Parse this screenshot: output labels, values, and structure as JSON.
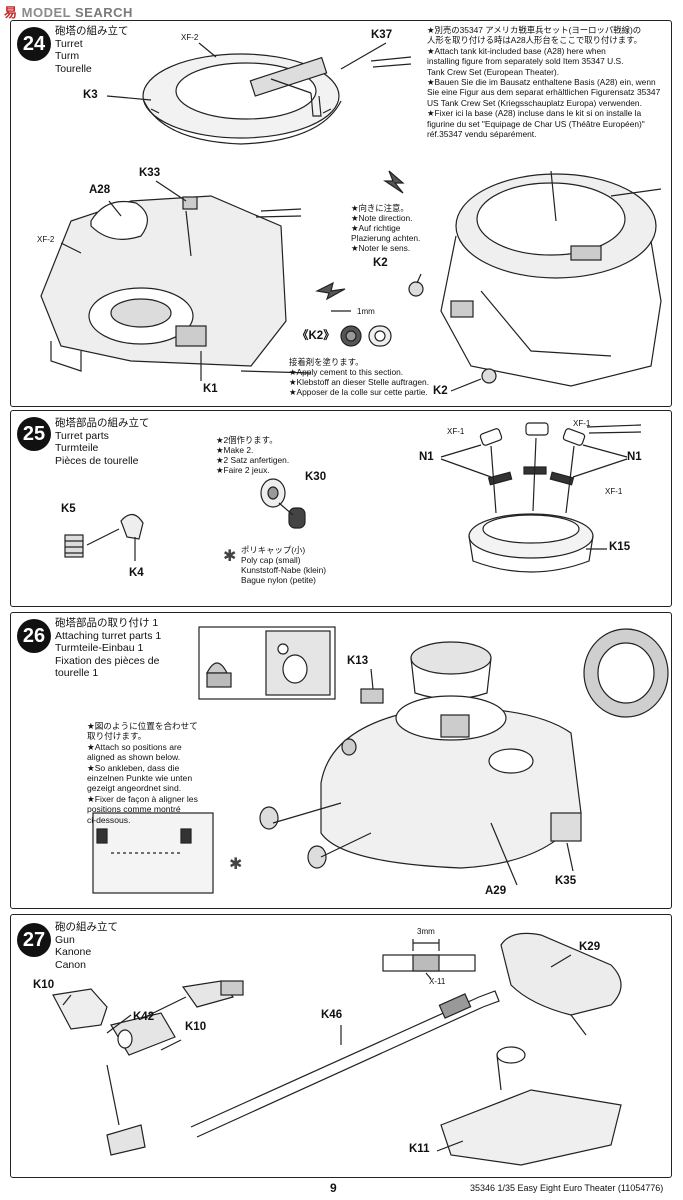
{
  "watermark": {
    "han": "易",
    "mid": "MODEL",
    "search": "SEARCH"
  },
  "step24": {
    "number": "24",
    "title_lines": [
      "砲塔の組み立て",
      "Turret",
      "Turm",
      "Tourelle"
    ],
    "note_lines": [
      "★別売の35347 アメリカ戦車兵セット(ヨーロッパ戦線)の",
      "人形を取り付ける時はA28人形台をここで取り付けます。",
      "★Attach tank kit-included base (A28) here when",
      "installing figure from separately sold Item 35347 U.S.",
      "Tank Crew Set (European Theater).",
      "★Bauen Sie die im Bausatz enthaltene Basis (A28) ein, wenn",
      "Sie eine Figur aus dem separat erhältlichen Figurensatz 35347",
      "US Tank Crew Set (Kriegsschauplatz Europa) verwenden.",
      "★Fixer ici la base (A28) incluse dans le kit si on installe la",
      "figurine du set \"Equipage de Char US (Théâtre Européen)\"",
      "réf.35347 vendu séparément."
    ],
    "direction_lines": [
      "★向きに注意。",
      "★Note direction.",
      "★Auf richtige",
      "Plazierung achten.",
      "★Noter le sens."
    ],
    "cement_lines": [
      "接着剤を塗ります。",
      "★Apply cement to this section.",
      "★Klebstoff an dieser Stelle auftragen.",
      "★Apposer de la colle sur cette partie."
    ],
    "labels": {
      "xf2a": "XF-2",
      "k37": "K37",
      "k3": "K3",
      "k33": "K33",
      "a28": "A28",
      "xf2b": "XF-2",
      "k1": "K1",
      "k2": "K2",
      "k2b": "K2",
      "k2box": "《K2》",
      "mm": "1mm"
    }
  },
  "step25": {
    "number": "25",
    "title_lines": [
      "砲塔部品の組み立て",
      "Turret parts",
      "Turmteile",
      "Pièces de tourelle"
    ],
    "make_lines": [
      "★2個作ります。",
      "★Make 2.",
      "★2 Satz anfertigen.",
      "★Faire 2 jeux."
    ],
    "poly_lines": [
      "ポリキャップ(小)",
      "Poly cap (small)",
      "Kunststoff-Nabe (klein)",
      "Bague nylon (petite)"
    ],
    "labels": {
      "k5": "K5",
      "k4": "K4",
      "k30": "K30",
      "xf1a": "XF-1",
      "xf1b": "XF-1",
      "xf1c": "XF-1",
      "n1a": "N1",
      "n1b": "N1",
      "k15": "K15"
    }
  },
  "step26": {
    "number": "26",
    "title_lines": [
      "砲塔部品の取り付け 1",
      "Attaching turret parts 1",
      "Turmteile-Einbau 1",
      "Fixation des pièces de",
      "tourelle 1"
    ],
    "note_lines": [
      "★図のように位置を合わせて",
      "取り付けます。",
      "★Attach so positions are",
      "aligned as shown below.",
      "★So ankleben, dass die",
      "einzelnen Punkte wie unten",
      "gezeigt angeordnet sind.",
      "★Fixer de façon à aligner les",
      "positions comme montré",
      "ci-dessous."
    ],
    "labels": {
      "k13": "K13",
      "a29": "A29",
      "k35": "K35"
    }
  },
  "step27": {
    "number": "27",
    "title_lines": [
      "砲の組み立て",
      "Gun",
      "Kanone",
      "Canon"
    ],
    "labels": {
      "mm": "3mm",
      "x11": "X-11",
      "k29": "K29",
      "k10a": "K10",
      "k42": "K42",
      "k10b": "K10",
      "k46": "K46",
      "k11": "K11"
    }
  },
  "footer": {
    "page": "9",
    "info": "35346 1/35 Easy Eight Euro Theater (11054776)"
  }
}
